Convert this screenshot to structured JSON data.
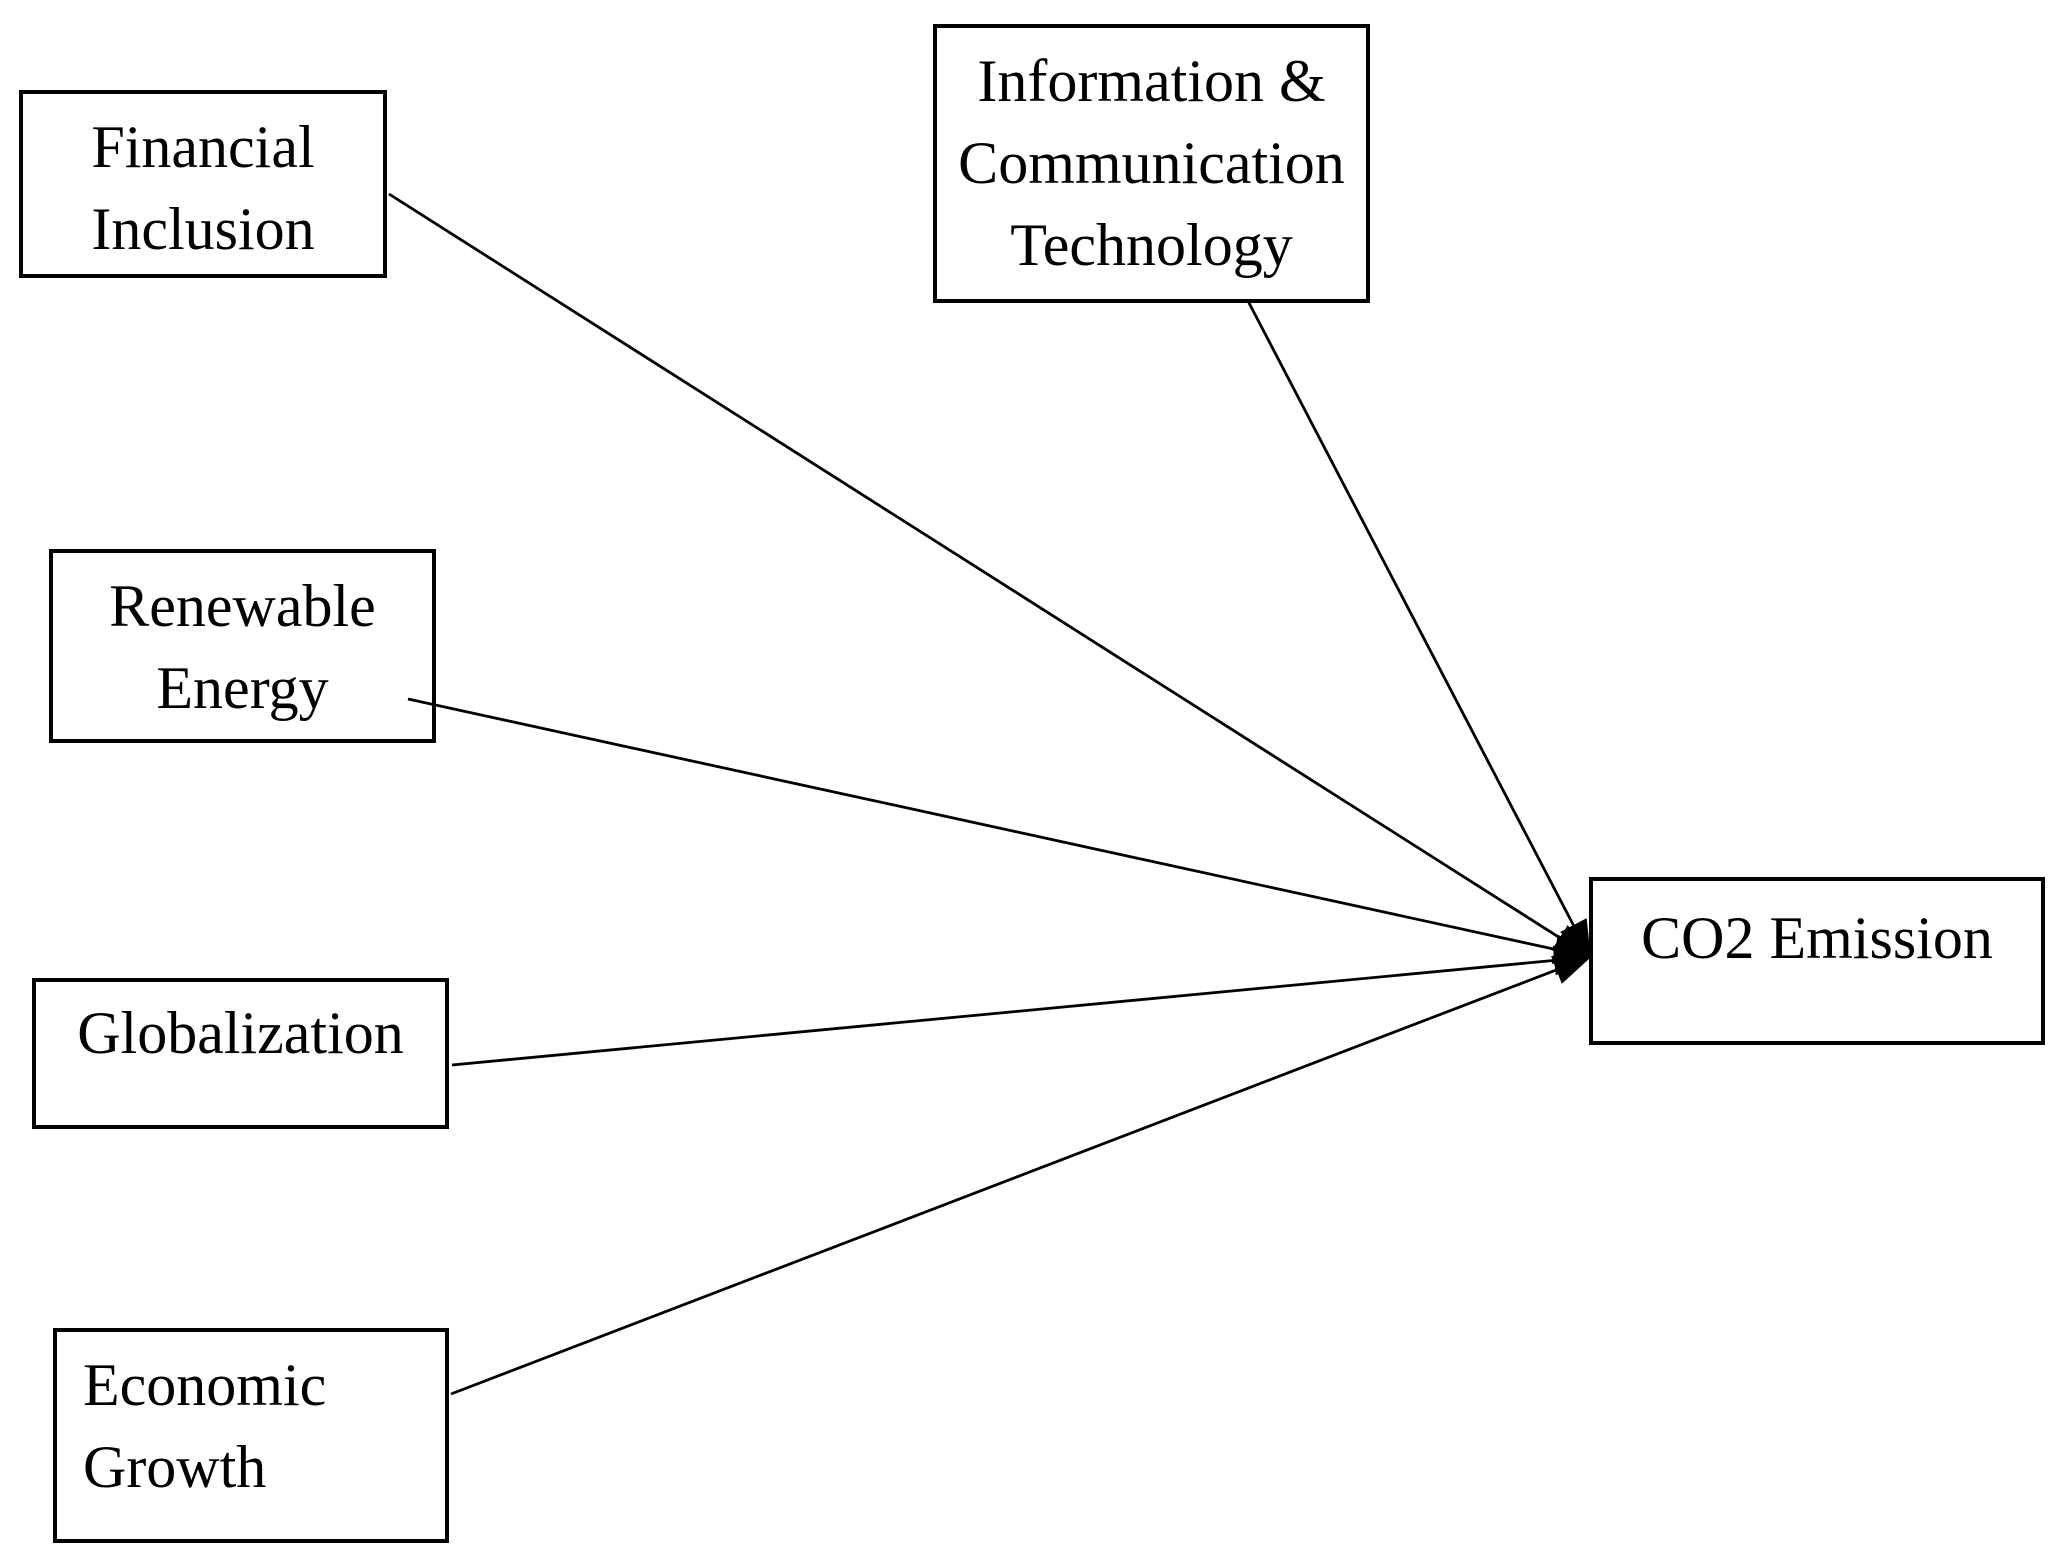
{
  "diagram": {
    "type": "path-model",
    "background_color": "#ffffff",
    "box_border_color": "#000000",
    "text_color": "#000000",
    "arrow_color": "#000000",
    "nodes": [
      {
        "id": "financial-inclusion",
        "label": "Financial Inclusion",
        "lines": [
          "Financial",
          "Inclusion"
        ]
      },
      {
        "id": "information-communication-technology",
        "label": "Information & Communication Technology",
        "lines": [
          "Information &",
          "Communication",
          "Technology"
        ]
      },
      {
        "id": "renewable-energy",
        "label": "Renewable Energy",
        "lines": [
          "Renewable",
          "Energy"
        ]
      },
      {
        "id": "globalization",
        "label": "Globalization",
        "lines": [
          "Globalization"
        ]
      },
      {
        "id": "economic-growth",
        "label": "Economic Growth",
        "lines": [
          "Economic",
          "Growth"
        ]
      },
      {
        "id": "co2-emission",
        "label": "CO2 Emission",
        "lines": [
          "CO2 Emission"
        ]
      }
    ],
    "edges": [
      {
        "from": "financial-inclusion",
        "to": "co2-emission"
      },
      {
        "from": "information-communication-technology",
        "to": "co2-emission"
      },
      {
        "from": "renewable-energy",
        "to": "co2-emission"
      },
      {
        "from": "globalization",
        "to": "co2-emission"
      },
      {
        "from": "economic-growth",
        "to": "co2-emission"
      }
    ]
  }
}
